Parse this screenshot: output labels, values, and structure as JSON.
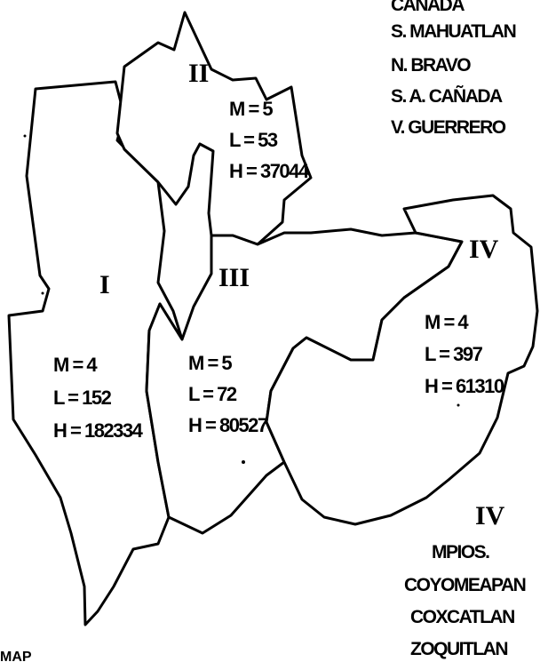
{
  "regions": {
    "r1": {
      "roman": "I",
      "m": "M = 4",
      "l": "L = 152",
      "h": "H = 182334"
    },
    "r2": {
      "roman": "II",
      "m": "M = 5",
      "l": "L = 53",
      "h": "H = 37044"
    },
    "r3": {
      "roman": "III",
      "m": "M = 5",
      "l": "L = 72",
      "h": "H = 80527"
    },
    "r4": {
      "roman": "IV",
      "m": "M = 4",
      "l": "L = 397",
      "h": "H = 61310"
    }
  },
  "legend_top": {
    "items": [
      "CAÑADA",
      "S. MAHUATLAN",
      "N. BRAVO",
      "S. A. CAÑADA",
      "V. GUERRERO"
    ]
  },
  "legend_bottom": {
    "roman": "IV",
    "heading": "MPIOS.",
    "items": [
      "COYOMEAPAN",
      "COXCATLAN",
      "ZOQUITLAN"
    ]
  },
  "corner_text": "MAP",
  "colors": {
    "ink": "#000000",
    "paper": "#ffffff"
  }
}
